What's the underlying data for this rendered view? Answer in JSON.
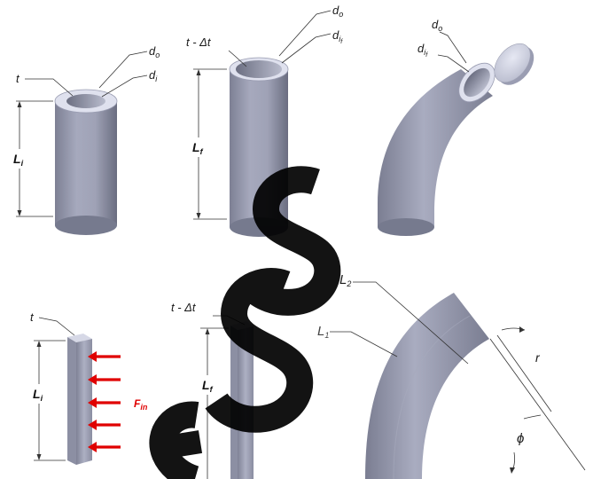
{
  "colors": {
    "tube_light": "#c9ccdc",
    "tube_mid": "#9a9db2",
    "tube_dark": "#6a6d80",
    "watermark": "#000000",
    "force": "#e00000"
  },
  "panels": {
    "tube_initial": {
      "thickness": "t",
      "outer_diameter": "d",
      "outer_sub": "o",
      "inner_diameter": "d",
      "inner_sub": "i",
      "length": "L",
      "length_sub": "i"
    },
    "tube_thinned": {
      "thickness": "t - Δt",
      "outer_diameter": "d",
      "outer_sub": "o",
      "inner_diameter": "d",
      "inner_sub": "i",
      "inner_subsub": "f",
      "length": "L",
      "length_sub": "f"
    },
    "tube_bent": {
      "outer_diameter": "d",
      "outer_sub": "o",
      "inner_diameter": "d",
      "inner_sub": "i",
      "inner_subsub": "f"
    },
    "strip_initial": {
      "thickness": "t",
      "length": "L",
      "length_sub": "i",
      "force": "F",
      "force_sub": "in"
    },
    "strip_thinned": {
      "thickness": "t - Δt",
      "length": "L",
      "length_sub": "f"
    },
    "bend_geometry": {
      "outer_length": "L",
      "outer_sub": "2",
      "inner_length": "L",
      "inner_sub": "1",
      "radius": "r",
      "angle": "ϕ"
    }
  }
}
